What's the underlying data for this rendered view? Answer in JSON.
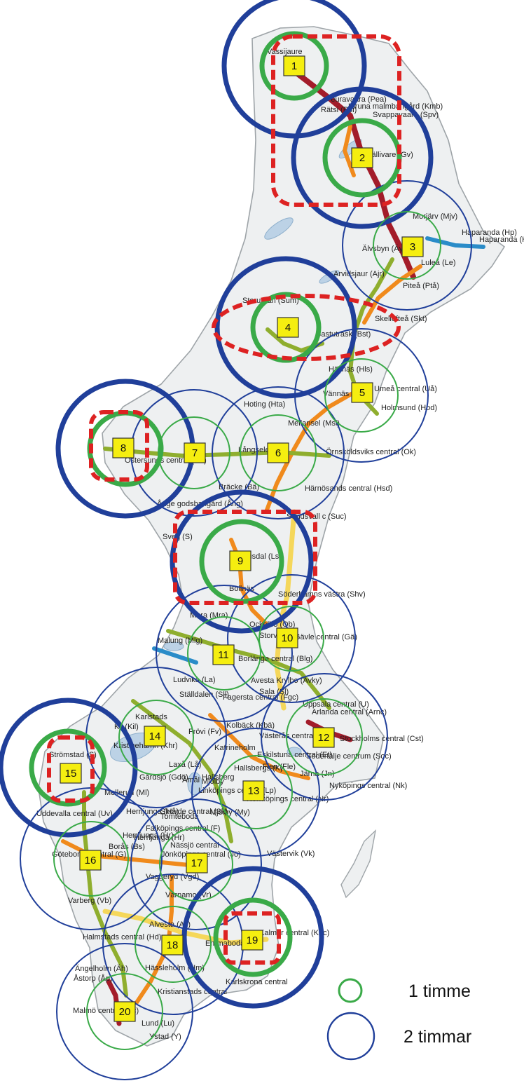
{
  "colors": {
    "land": "#eef0f1",
    "land_edge": "#9ea4a8",
    "water": "#bcd2e6",
    "ring_one_hour": "#3aaa48",
    "ring_two_hours": "#203f9a",
    "region_dash": "#dd2222",
    "box_fill": "#f5ee10",
    "box_edge": "#333333"
  },
  "legend": {
    "one_hour": "1 timme",
    "two_hours": "2 timmar"
  },
  "regions": [
    {
      "number": "1"
    },
    {
      "number": "2"
    },
    {
      "number": "3"
    },
    {
      "number": "4"
    },
    {
      "number": "5"
    },
    {
      "number": "6"
    },
    {
      "number": "7"
    },
    {
      "number": "8"
    },
    {
      "number": "9"
    },
    {
      "number": "10"
    },
    {
      "number": "11"
    },
    {
      "number": "12"
    },
    {
      "number": "13"
    },
    {
      "number": "14"
    },
    {
      "number": "15"
    },
    {
      "number": "16"
    },
    {
      "number": "17"
    },
    {
      "number": "18"
    },
    {
      "number": "19"
    },
    {
      "number": "20"
    }
  ],
  "places": [
    "Vassijaure",
    "Peuravaara (Pea)",
    "Kiruna malmbangård (Kmb)",
    "Rätsi (Rsi)",
    "Svappavaara (Spv)",
    "Gällivare (Gv)",
    "Morjärv (Mjv)",
    "Haparanda (Hp)",
    "Haparanda (Hp)",
    "Älvsbyn (Äy)",
    "Luleå (Le)",
    "Arvidsjaur (Ajr)",
    "Piteå (Ptå)",
    "Storuman (Sum)",
    "Skellefteå (Skt)",
    "Bastuträsk (Bst)",
    "Hällnäs (Hls)",
    "Umeå central (Uå)",
    "Vännäs",
    "Holmsund (Hod)",
    "Hoting (Hta)",
    "Mellansel (Msl)",
    "Långsele",
    "Östersunds central (Ös)",
    "Örnsköldsviks central (Ok)",
    "Bräcke (Bä)",
    "Ånge godsbangård (Ång)",
    "Härnösands central (Hsd)",
    "Sundsvall c (Suc)",
    "Sveg (S)",
    "Ljusdal (Ls)",
    "Bollnäs",
    "Söderhamns västra (Shv)",
    "Mora (Mra)",
    "Ockelbo (Ob)",
    "Storvik (Sv)",
    "Gävle central (Gä)",
    "Malung (Mlg)",
    "Borlänge central (Blg)",
    "Ludvika (La)",
    "Avesta Krylbo (Avky)",
    "Ställdalen (Sll)",
    "Sala (Sl)",
    "Fagersta central (Fgc)",
    "Uppsala central (U)",
    "Arlanda central (Arnc)",
    "Karlstads",
    "Kil (Kil)",
    "Kristinehamn (Khr)",
    "Frövi (Fv)",
    "Kolbäck (Kbä)",
    "Västerås central (Vå)",
    "Stockholms central (Cst)",
    "Eskilstuna central (Et)",
    "Katrineholm",
    "Södertälje centrum (Soc)",
    "Flen (Fle)",
    "Järna (Jn)",
    "Hallsbergs (K)",
    "Laxå (Lå)",
    "Åmål",
    "Strömstad (S)",
    "Mellerud (Ml)",
    "Gårdsjö (Gdö)",
    "Mjölby",
    "Hallsberg",
    "Uddevalla central (Uv)",
    "Herrljunga (Hr)",
    "Hässleholm (Hm)",
    "Tomteboda",
    "Herrljunga (Hr)",
    "Linköpings central (Lp)",
    "Norrköpings central (Nr)",
    "Nyköpings central (Nk)",
    "Herrljunga (Hå)",
    "Skövde central (Sk)",
    "Falköpings central (F)",
    "Mjölby (My)",
    "Borås (Bs)",
    "Göteborgs central (G)",
    "Nässjö central",
    "Jönköpings central (Jö)",
    "Västervik (Vk)",
    "Vaggeryd (Vgd)",
    "Värnamo (Vr)",
    "Varberg (Vb)",
    "Halmstads central (Hd)",
    "Alvesta (Av)",
    "Emmaboda (Em)",
    "Kalmar central (Kac)",
    "Ängelholm (Äh)",
    "Åstorp (Åp)",
    "Kristianstads central",
    "Malmö central (Mc)",
    "Lund (Lu)",
    "Karlskrona central",
    "Ystad (Y)"
  ]
}
